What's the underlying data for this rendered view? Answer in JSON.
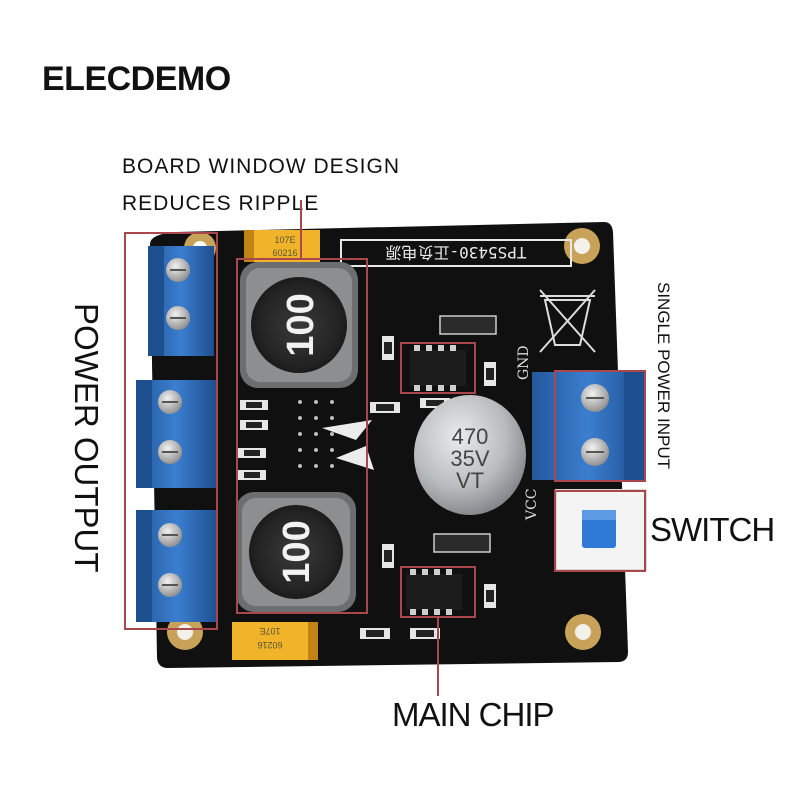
{
  "brand": "ELECDEMO",
  "annotations": {
    "board_window_line1": "BOARD WINDOW DESIGN",
    "board_window_line2": "REDUCES RIPPLE",
    "power_output": "POWER OUTPUT",
    "single_power_input": "SINGLE POWER INPUT",
    "switch": "SWITCH",
    "main_chip": "MAIN CHIP"
  },
  "board": {
    "title_silk": "TPS5430-正负电源",
    "inductor_top_marking": "100",
    "inductor_bottom_marking": "100",
    "capacitor_line1": "470",
    "capacitor_line2": "35V",
    "capacitor_line3": "VT",
    "tantalum_top_line1": "107E",
    "tantalum_top_line2": "60216",
    "tantalum_bottom_line1": "107E",
    "tantalum_bottom_line2": "60216",
    "silk_gnd": "GND",
    "silk_vcc": "VCC"
  },
  "colors": {
    "pcb": "#101010",
    "terminal_blue": "#2f6fc0",
    "callout": "#a8484d",
    "capacitor_silver": "#b9bcbf",
    "gold_pad": "#c9a25a"
  }
}
